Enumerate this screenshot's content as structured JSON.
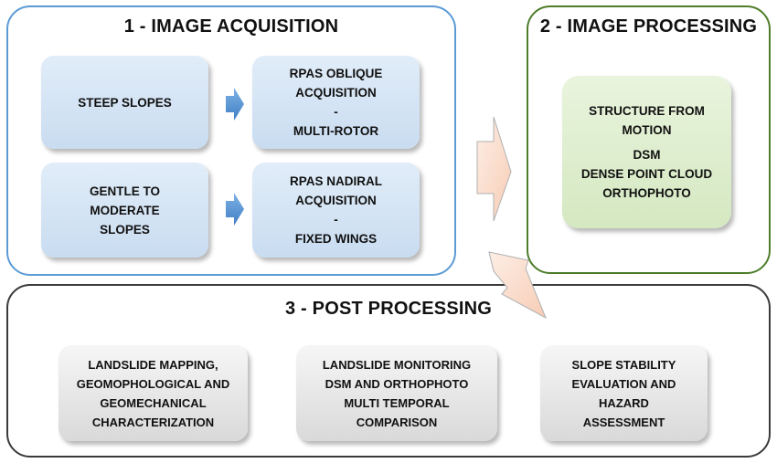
{
  "panels": {
    "acquisition": {
      "title": "1 - IMAGE ACQUISITION"
    },
    "processing": {
      "title": "2 - IMAGE PROCESSING"
    },
    "post": {
      "title": "3 - POST PROCESSING"
    }
  },
  "acquisition_boxes": {
    "steep": [
      "STEEP SLOPES"
    ],
    "gentle": [
      "GENTLE TO",
      "MODERATE",
      "SLOPES"
    ],
    "oblique": [
      "RPAS OBLIQUE",
      "ACQUISITION",
      "-",
      "MULTI-ROTOR"
    ],
    "nadiral": [
      "RPAS NADIRAL",
      "ACQUISITION",
      "-",
      "FIXED WINGS"
    ]
  },
  "processing_box": [
    "STRUCTURE FROM",
    "MOTION",
    "",
    "DSM",
    "DENSE POINT CLOUD",
    "ORTHOPHOTO"
  ],
  "post_boxes": {
    "mapping": [
      "LANDSLIDE MAPPING,",
      "GEOMOPHOLOGICAL AND",
      "GEOMECHANICAL",
      "CHARACTERIZATION"
    ],
    "monitoring": [
      "LANDSLIDE MONITORING",
      "DSM AND ORTHOPHOTO",
      "MULTI TEMPORAL",
      "COMPARISON"
    ],
    "stability": [
      "SLOPE STABILITY",
      "EVALUATION AND",
      "HAZARD",
      "ASSESSMENT"
    ]
  },
  "colors": {
    "acquisition_border": "#5b9bd5",
    "processing_border": "#4e7d2a",
    "post_border": "#3a3a3a",
    "small_arrow": "#4a86c8",
    "big_arrow_fill": "#fbe0d0",
    "big_arrow_stroke": "#b0b0b0"
  }
}
